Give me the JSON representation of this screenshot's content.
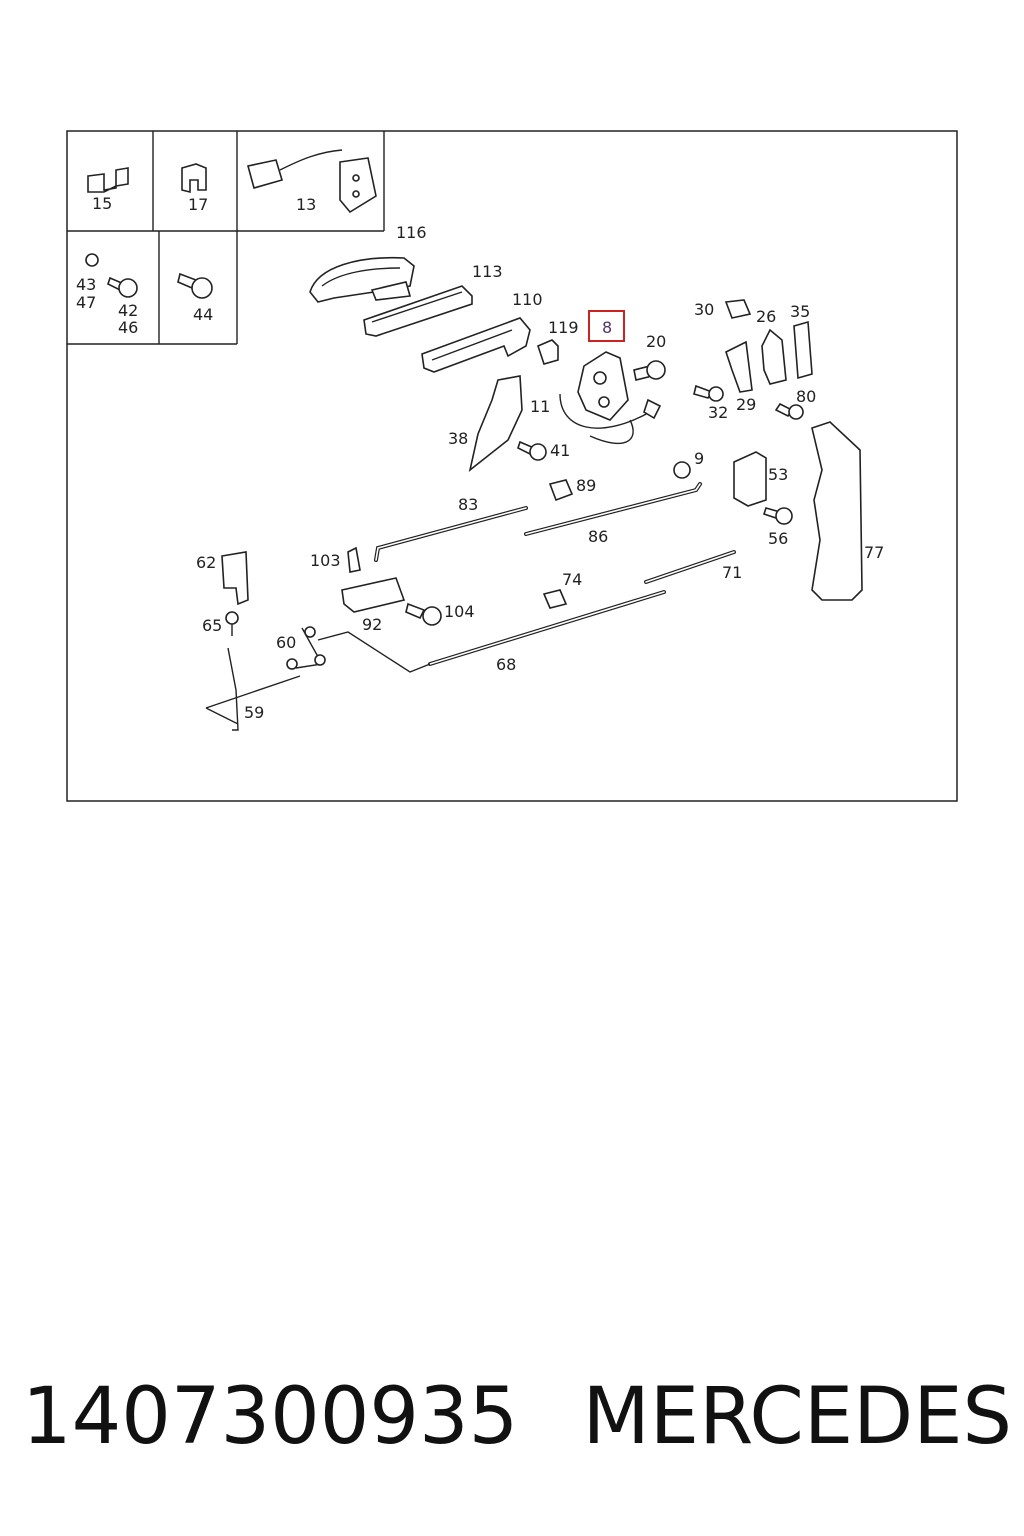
{
  "highlight_color": "#cc2222",
  "diagram": {
    "part_labels": {
      "p15": "15",
      "p17": "17",
      "p13": "13",
      "p43_47": "43\n47",
      "p42_46": "42\n46",
      "p44": "44",
      "p116": "116",
      "p113": "113",
      "p110": "110",
      "p119": "119",
      "p8": "8",
      "p20": "20",
      "p30": "30",
      "p26": "26",
      "p35": "35",
      "p11": "11",
      "p32": "32",
      "p29": "29",
      "p80": "80",
      "p38": "38",
      "p41": "41",
      "p9": "9",
      "p53": "53",
      "p89": "89",
      "p83": "83",
      "p86": "86",
      "p56": "56",
      "p77": "77",
      "p62": "62",
      "p103": "103",
      "p74": "74",
      "p71": "71",
      "p104": "104",
      "p92": "92",
      "p65": "65",
      "p60": "60",
      "p68": "68",
      "p59": "59"
    },
    "highlighted_part": "8"
  },
  "footer": {
    "part_number": "1407300935",
    "brand": "MERCEDES"
  }
}
